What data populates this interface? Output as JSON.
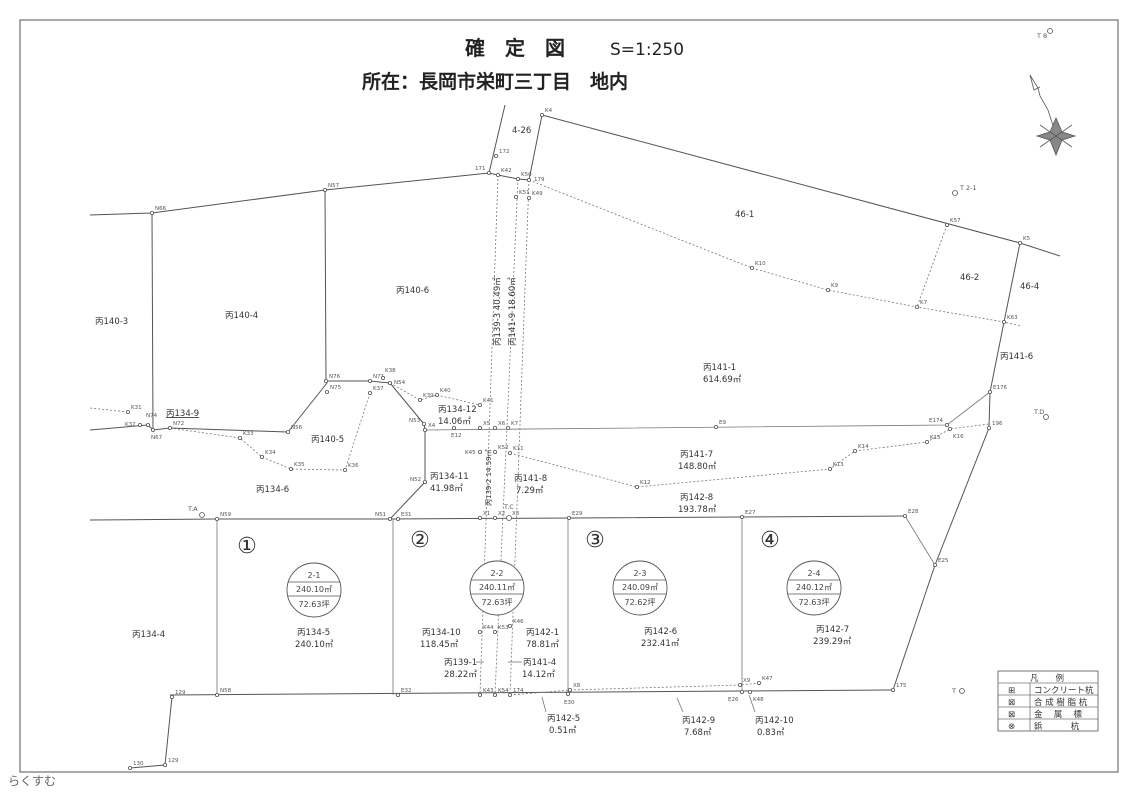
{
  "header": {
    "title": "確　定　図",
    "scale": "S=1:250",
    "location": "所在：長岡市栄町三丁目　地内"
  },
  "parcels": {
    "p140_3": "丙140-3",
    "p140_4": "丙140-4",
    "p140_6": "丙140-6",
    "p4_26": "4-26",
    "p46_1": "46-1",
    "p46_2": "46-2",
    "p46_4": "46-4",
    "p141_6": "丙141-6",
    "p141_1": "丙141-1",
    "p141_1a": "614.69㎡",
    "p134_9": "丙134-9",
    "p134_12": "丙134-12",
    "p134_12a": "14.06㎡",
    "p140_5": "丙140-5",
    "p134_6": "丙134-6",
    "p134_11": "丙134-11",
    "p134_11a": "41.98㎡",
    "p139_2": "丙139-2 14.59㎡",
    "p141_8": "丙141-8",
    "p141_8a": "7.29㎡",
    "p141_7": "丙141-7",
    "p141_7a": "148.80㎡",
    "p142_8": "丙142-8",
    "p142_8a": "193.78㎡",
    "p139_3": "丙139-3 40.49㎡",
    "p141_9": "丙141-9 18.60㎡",
    "p134_5": "丙134-5",
    "p134_5a": "240.10㎡",
    "p134_4": "丙134-4",
    "p134_10": "丙134-10",
    "p134_10a": "118.45㎡",
    "p142_1": "丙142-1",
    "p142_1a": "78.81㎡",
    "p139_1": "丙139-1",
    "p139_1a": "28.22㎡",
    "p141_4": "丙141-4",
    "p141_4a": "14.12㎡",
    "p142_6": "丙142-6",
    "p142_6a": "232.41㎡",
    "p142_7": "丙142-7",
    "p142_7a": "239.29㎡",
    "p142_5": "丙142-5",
    "p142_5a": "0.51㎡",
    "p142_9": "丙142-9",
    "p142_9a": "7.68㎡",
    "p142_10": "丙142-10",
    "p142_10a": "0.83㎡"
  },
  "benchmarks": {
    "ta": "T.A",
    "tc": "T.C",
    "td": "T.D",
    "t21": "T 2-1",
    "t8": "T 8",
    "t": "T"
  },
  "lots": [
    {
      "no": "①",
      "id": "2-1",
      "area": "240.10㎡",
      "tsubo": "72.63坪"
    },
    {
      "no": "②",
      "id": "2-2",
      "area": "240.11㎡",
      "tsubo": "72.63坪"
    },
    {
      "no": "③",
      "id": "2-3",
      "area": "240.09㎡",
      "tsubo": "72.62坪"
    },
    {
      "no": "④",
      "id": "2-4",
      "area": "240.12㎡",
      "tsubo": "72.63坪"
    }
  ],
  "points": [
    "K4",
    "172",
    "171",
    "K42",
    "K50",
    "179",
    "K51",
    "K49",
    "N66",
    "N57",
    "K10",
    "K9",
    "K7",
    "K57",
    "K5",
    "K63",
    "N76",
    "N75",
    "N71",
    "K38",
    "N54",
    "K37",
    "K39",
    "K40",
    "K41",
    "N53",
    "X4",
    "E12",
    "X5",
    "X6",
    "K7",
    "E9",
    "E174",
    "E176",
    "K16",
    "196",
    "K15",
    "K14",
    "K13",
    "K12",
    "K11",
    "K45",
    "K52",
    "K31",
    "K32",
    "N74",
    "N67",
    "N72",
    "N56",
    "K33",
    "K34",
    "K35",
    "K36",
    "N52",
    "N51",
    "E31",
    "N59",
    "X1",
    "X2",
    "X3",
    "E29",
    "E27",
    "E28",
    "E25",
    "K44",
    "K53",
    "K46",
    "K43",
    "K54",
    "174",
    "E30",
    "X8",
    "X9",
    "K47",
    "E26",
    "K48",
    "175",
    "N58",
    "E32",
    "129",
    "129",
    "130"
  ],
  "legend": {
    "title": "凡　　例",
    "items": [
      {
        "symbol": "⊞",
        "label": "コンクリート杭"
      },
      {
        "symbol": "⊠",
        "label": "合 成 樹 脂 杭"
      },
      {
        "symbol": "⊠",
        "label": "金　 属　 標"
      },
      {
        "symbol": "⊗",
        "label": "鋲　　　 杭"
      }
    ]
  },
  "watermark": "らくすむ"
}
